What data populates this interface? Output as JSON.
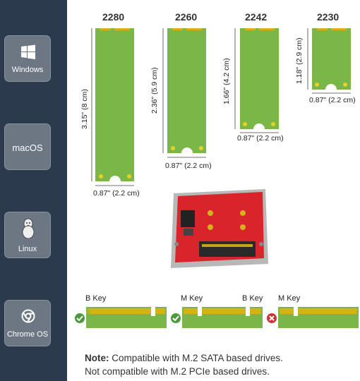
{
  "sidebar": {
    "items": [
      {
        "label": "Windows",
        "icon": "windows-icon"
      },
      {
        "label": "macOS",
        "icon": ""
      },
      {
        "label": "Linux",
        "icon": "tux-penguin-icon"
      },
      {
        "label": "Chrome OS",
        "icon": "chrome-icon"
      }
    ]
  },
  "drives": [
    {
      "size": "2280",
      "length": "3.15\" (8 cm)",
      "width": "0.87\" (2.2 cm)"
    },
    {
      "size": "2260",
      "length": "2.36\" (5.9 cm)",
      "width": "0.87\" (2.2 cm)"
    },
    {
      "size": "2242",
      "length": "1.66\" (4.2 cm)",
      "width": "0.87\" (2.2 cm)"
    },
    {
      "size": "2230",
      "length": "1.18\" (2.9 cm)",
      "width": "0.87\" (2.2 cm)"
    }
  ],
  "keys": {
    "b_key": "B Key",
    "m_key_1": "M Key",
    "b_key_2": "B Key",
    "m_key_2": "M Key"
  },
  "note": {
    "bold": "Note:",
    "line1": " Compatible with M.2 SATA based drives.",
    "line2": "Not compatible with M.2 PCIe based drives."
  },
  "colors": {
    "sidebar": "#2b3a4d",
    "tile": "#6d7784",
    "pcb_green": "#7ab648",
    "contact_gold": "#d4b21a",
    "check_green": "#4a9a3a",
    "cross_red": "#cc3333"
  }
}
